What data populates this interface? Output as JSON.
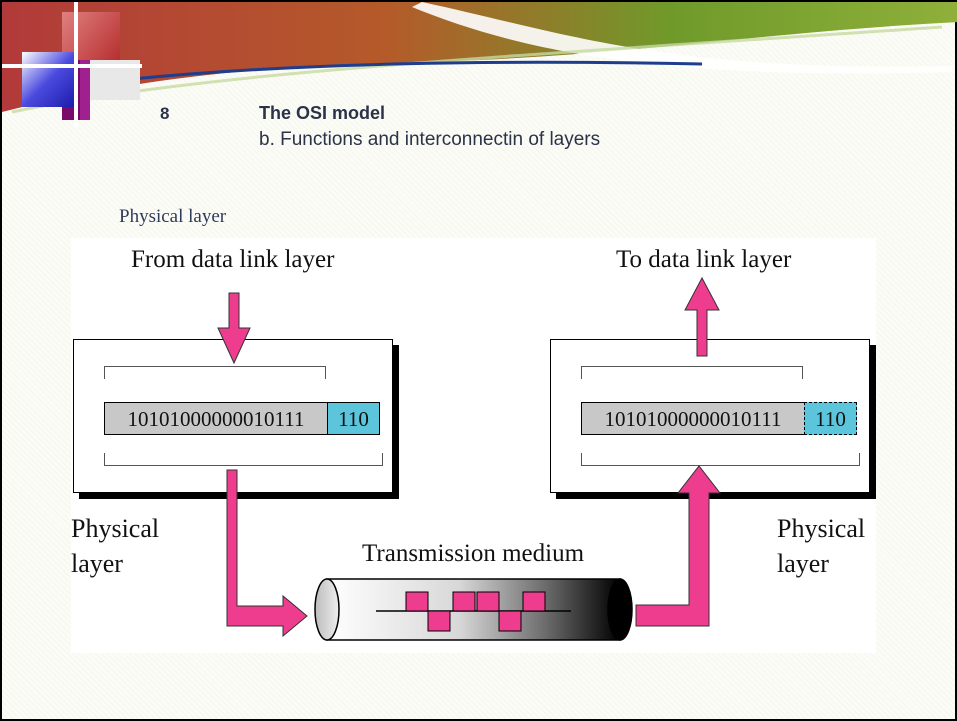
{
  "slide": {
    "number": "8",
    "title": "The OSI model",
    "subtitle": "b. Functions and interconnectin of layers",
    "section_label": "Physical layer"
  },
  "diagram": {
    "from_label": "From data link layer",
    "to_label": "To data link layer",
    "left_layer_label": [
      "Physical",
      "layer"
    ],
    "right_layer_label": [
      "Physical",
      "layer"
    ],
    "medium_label": "Transmission medium",
    "sender_bits": "10101000000010111",
    "sender_header": "110",
    "receiver_bits": "10101000000010111",
    "receiver_header": "110"
  },
  "colors": {
    "arrow": "#ee3d8f",
    "header_cell": "#5cc4db",
    "bits_cell": "#c8c8c8",
    "banner_green": "#6f9a2a",
    "banner_red": "#b23a3a"
  }
}
